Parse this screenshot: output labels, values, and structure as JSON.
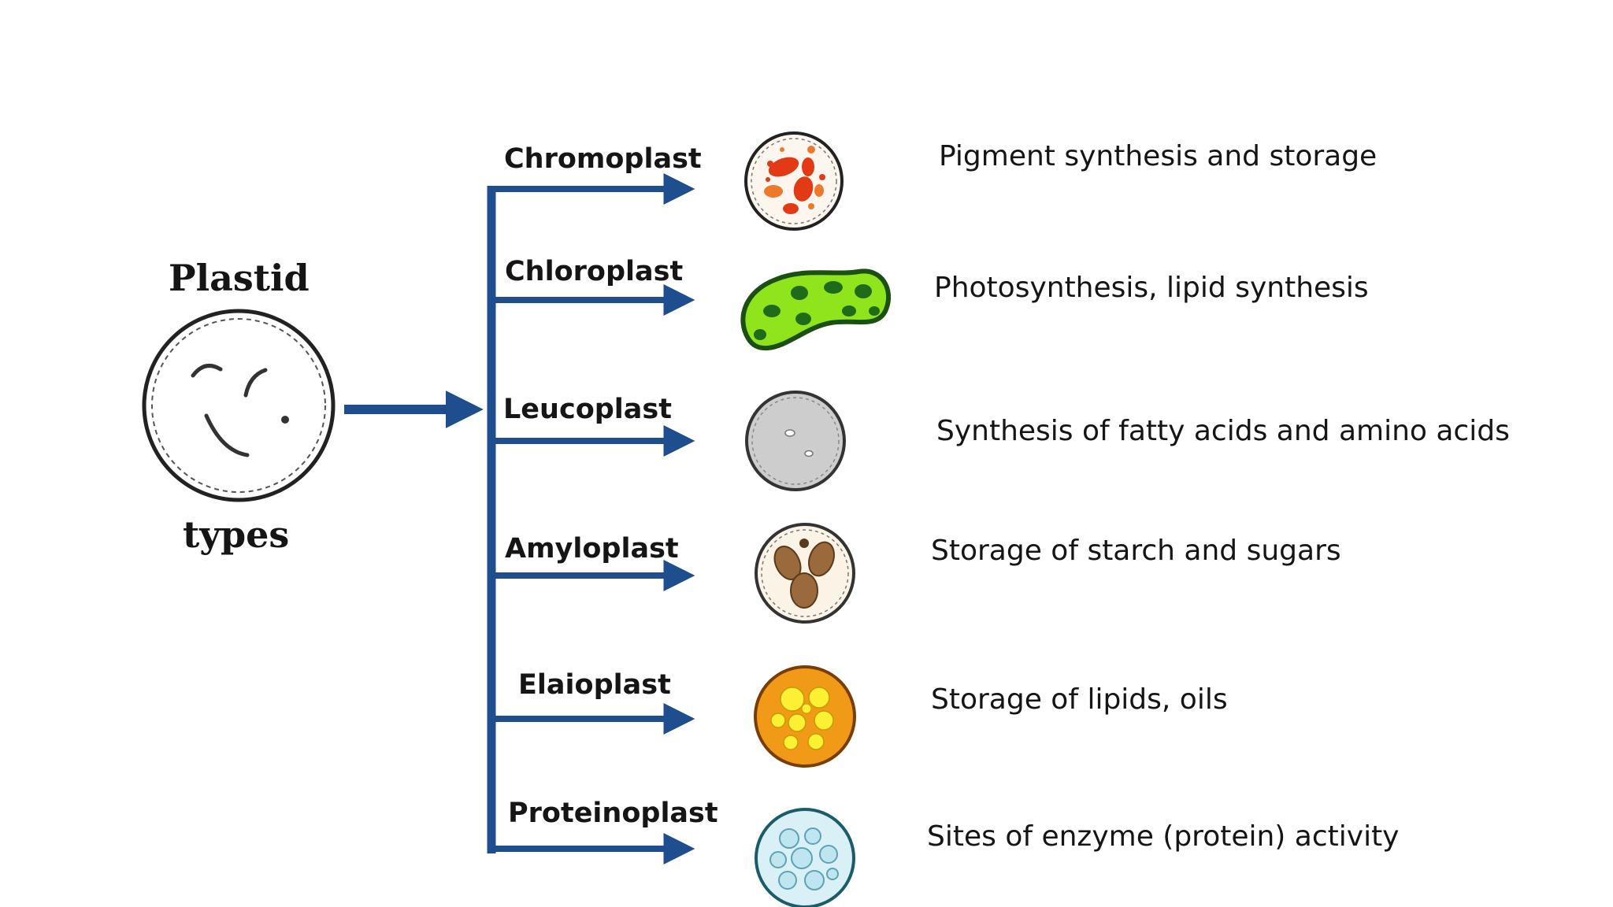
{
  "root": {
    "title": "Plastid",
    "subtitle": "types"
  },
  "colors": {
    "connector": "#1f4e8f",
    "outline": "#222222"
  },
  "plastids": [
    {
      "name": "Chromoplast",
      "function": "Pigment synthesis and storage",
      "icon": "chromoplast-icon"
    },
    {
      "name": "Chloroplast",
      "function": "Photosynthesis, lipid synthesis",
      "icon": "chloroplast-icon"
    },
    {
      "name": "Leucoplast",
      "function": "Synthesis of fatty acids and  amino acids",
      "icon": "leucoplast-icon"
    },
    {
      "name": "Amyloplast",
      "function": "Storage of starch and sugars",
      "icon": "amyloplast-icon"
    },
    {
      "name": "Elaioplast",
      "function": "Storage of lipids, oils",
      "icon": "elaioplast-icon"
    },
    {
      "name": "Proteinoplast",
      "function": "Sites of enzyme (protein) activity",
      "icon": "proteinoplast-icon"
    }
  ]
}
